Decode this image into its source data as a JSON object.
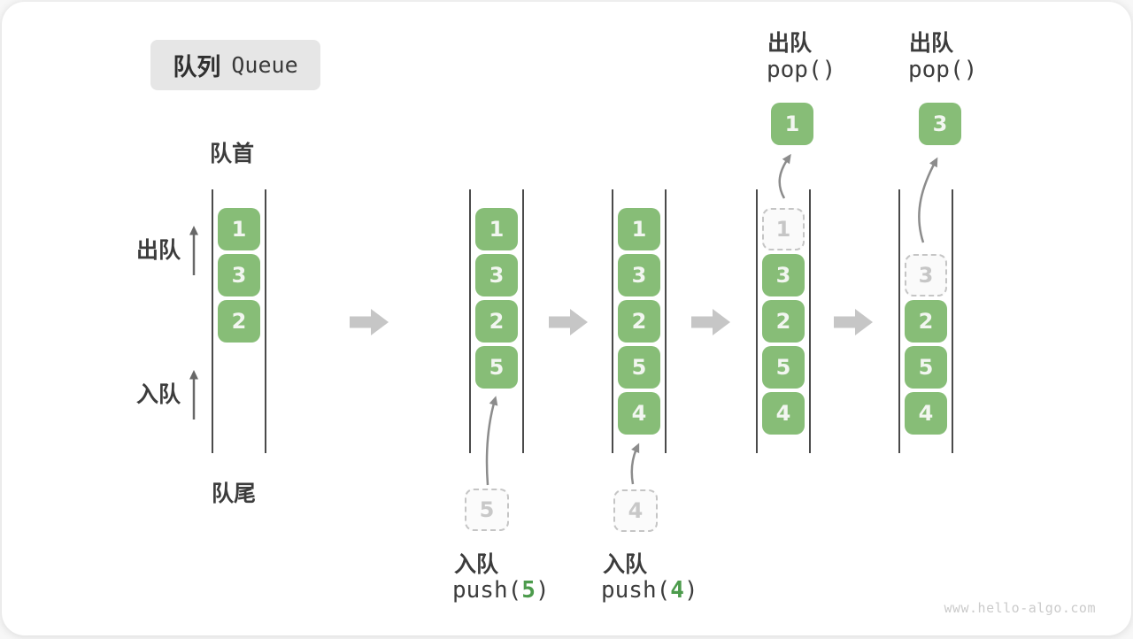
{
  "title": {
    "zh": "队列",
    "en": "Queue"
  },
  "side_labels": {
    "front": "队首",
    "rear": "队尾",
    "dequeue": "出队",
    "enqueue": "入队"
  },
  "states": {
    "s1": {
      "cells": [
        "1",
        "3",
        "2"
      ]
    },
    "s2": {
      "cells": [
        "1",
        "3",
        "2",
        "5"
      ]
    },
    "s3": {
      "cells": [
        "1",
        "3",
        "2",
        "5",
        "4"
      ]
    },
    "s4": {
      "ghost": "1",
      "cells": [
        "3",
        "2",
        "5",
        "4"
      ]
    },
    "s5": {
      "ghost": "3",
      "cells": [
        "2",
        "5",
        "4"
      ]
    }
  },
  "operations": {
    "push5": {
      "label": "入队",
      "code_before": "push(",
      "arg": "5",
      "code_after": ")",
      "pending": "5"
    },
    "push4": {
      "label": "入队",
      "code_before": "push(",
      "arg": "4",
      "code_after": ")",
      "pending": "4"
    },
    "pop1": {
      "label": "出队",
      "code": "pop()",
      "popped": "1"
    },
    "pop2": {
      "label": "出队",
      "code": "pop()",
      "popped": "3"
    }
  },
  "watermark": "www.hello-algo.com",
  "colors": {
    "cell_green": "#87bd77",
    "cell_text": "#f2f6f0",
    "code_arg_green": "#4c9b4c",
    "ghost_border": "#c5c5c5",
    "ghost_text": "#c6c6c6",
    "rail_gray": "#4a4a4a",
    "block_arrow_gray": "#c6c6c6",
    "flow_arrow_gray": "#8c8c8c",
    "side_arrow_gray": "#686868",
    "label_text": "#3c3c3c",
    "title_bg": "#e6e6e6",
    "watermark_gray": "#cbcbcb"
  }
}
